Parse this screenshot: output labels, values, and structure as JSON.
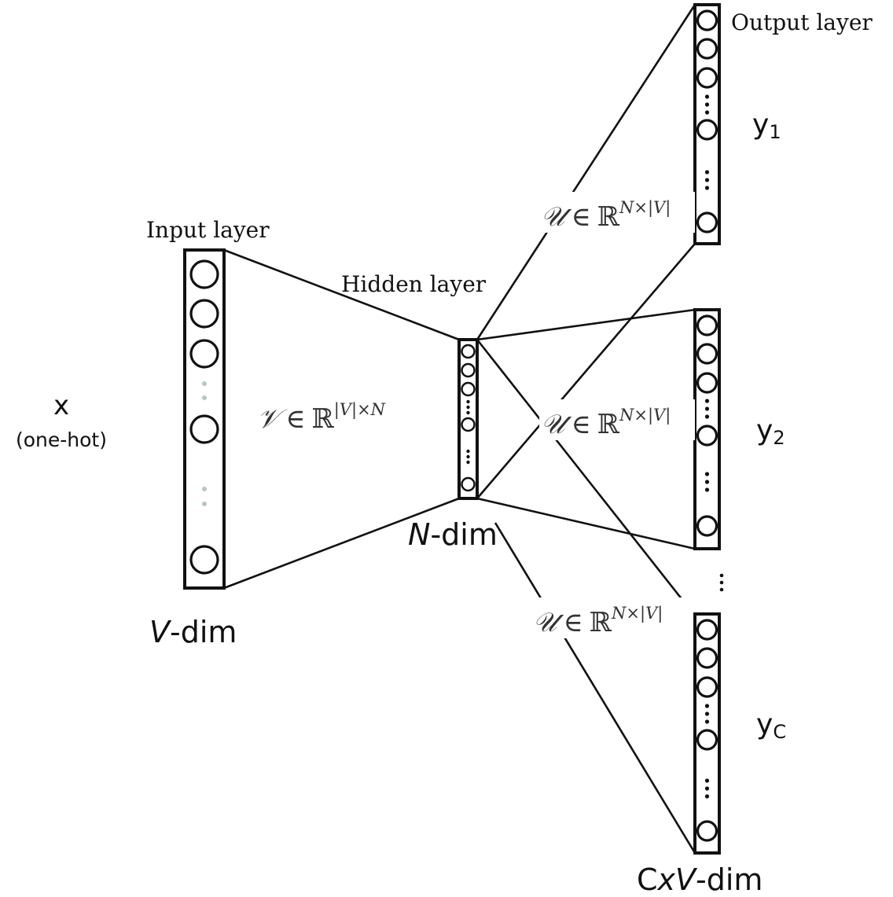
{
  "input_layer": {
    "title": "Input layer",
    "dim_italic": "V",
    "dim_suffix": "-dim"
  },
  "input_vector": {
    "symbol": "x",
    "note": "(one-hot)"
  },
  "hidden_layer": {
    "title": "Hidden layer",
    "dim_italic": "N",
    "dim_suffix": "-dim"
  },
  "weights_in": {
    "symbol": "𝒱",
    "member": "∈",
    "space": "ℝ",
    "superscript": "|V|×N"
  },
  "weights_out": {
    "symbol": "𝒰",
    "member": "∈",
    "space": "ℝ",
    "superscript": "N×|V|"
  },
  "output_layer": {
    "title": "Output layer",
    "outputs": [
      {
        "base": "y",
        "sub": "1"
      },
      {
        "base": "y",
        "sub": "2"
      },
      {
        "base": "y",
        "sub": "C"
      }
    ],
    "dim_prefix": "C",
    "dim_italic": "xV",
    "dim_suffix": "-dim"
  }
}
